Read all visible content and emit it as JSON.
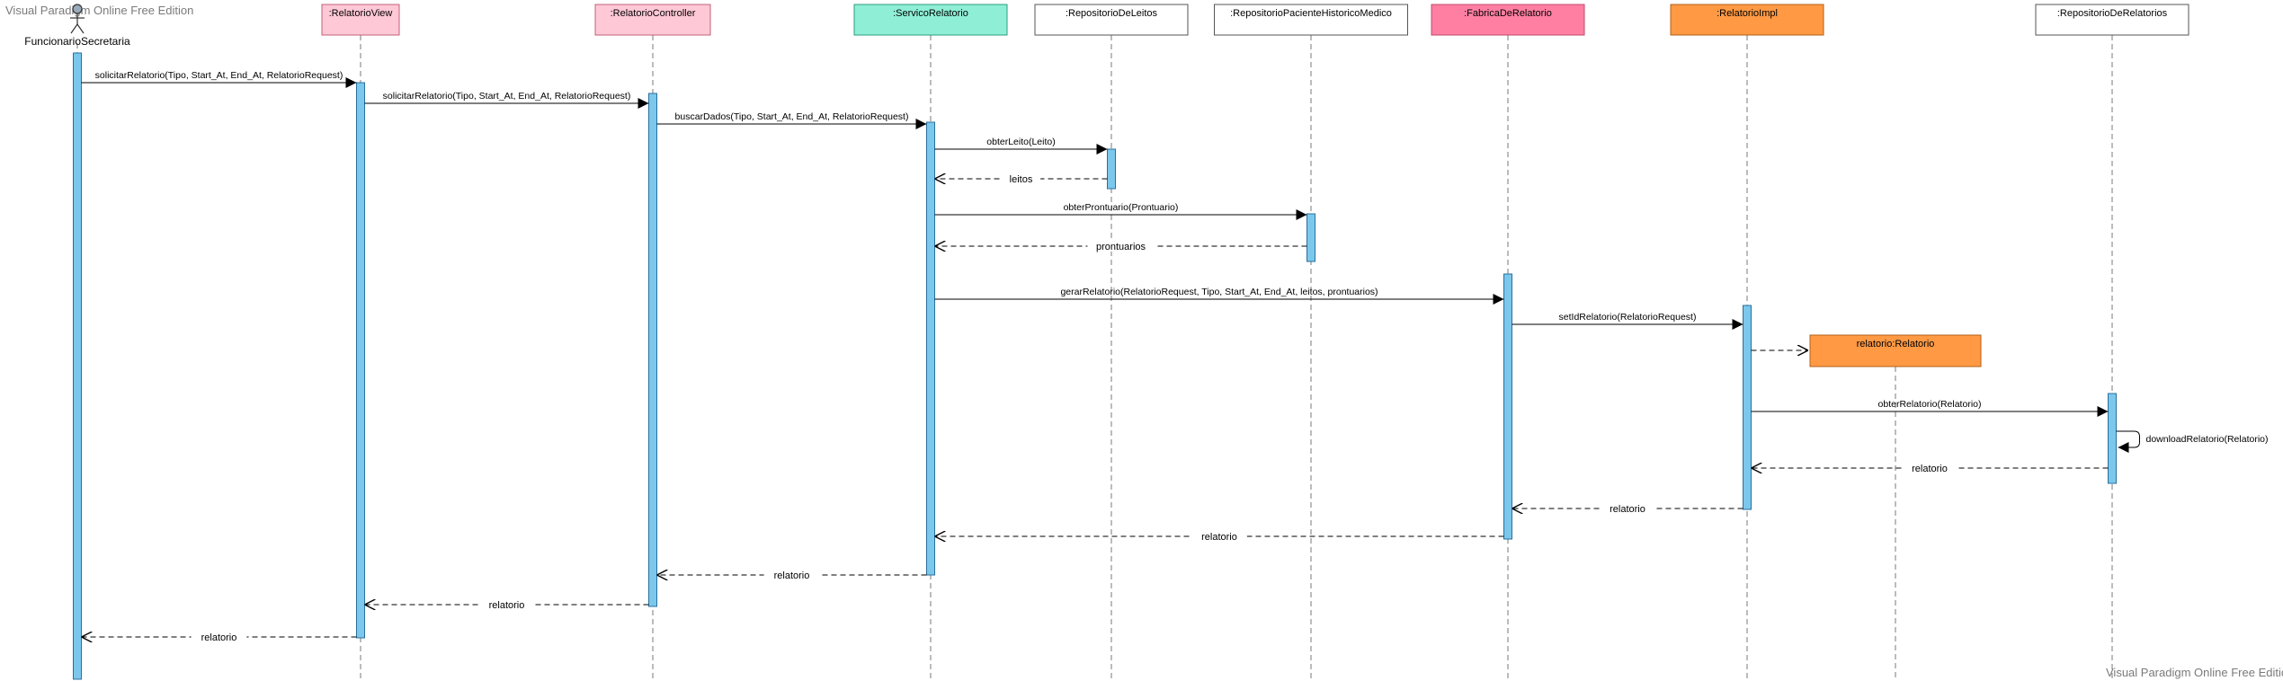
{
  "watermark_top": "Visual Paradigm Online Free Edition",
  "watermark_bottom": "Visual Paradigm Online Free Edition",
  "colors": {
    "activation": "#7cc8ec",
    "activation_stroke": "#2a6f9c",
    "line": "#000000",
    "lifeline": "#7a7a7a",
    "pink": "#ffc8d6",
    "pink_stroke": "#c0607a",
    "teal": "#8eefd6",
    "teal_stroke": "#2c9c80",
    "white": "#ffffff",
    "hotpink": "#ff7fa2",
    "hotpink_stroke": "#c04868",
    "orange": "#ff9944",
    "orange_stroke": "#b06018"
  },
  "actor": {
    "label": "FuncionarioSecretaria",
    "icon": "stick-figure-icon"
  },
  "participants": [
    {
      "id": "view",
      "label": ":RelatorioView",
      "color": "pink"
    },
    {
      "id": "controller",
      "label": ":RelatorioController",
      "color": "pink"
    },
    {
      "id": "servico",
      "label": ":ServicoRelatorio",
      "color": "teal"
    },
    {
      "id": "leitos",
      "label": ":RepositorioDeLeitos",
      "color": "white"
    },
    {
      "id": "historico",
      "label": ":RepositorioPacienteHistoricoMedico",
      "color": "white"
    },
    {
      "id": "fabrica",
      "label": ":FabricaDeRelatorio",
      "color": "hotpink"
    },
    {
      "id": "impl",
      "label": ":RelatorioImpl",
      "color": "orange"
    },
    {
      "id": "repo",
      "label": ":RepositorioDeRelatorios",
      "color": "white"
    }
  ],
  "created_object": {
    "label": "relatorio:Relatorio",
    "color": "orange"
  },
  "messages": [
    {
      "from": "actor",
      "to": "view",
      "label": "solicitarRelatorio(Tipo, Start_At, End_At, RelatorioRequest)",
      "kind": "call"
    },
    {
      "from": "view",
      "to": "controller",
      "label": "solicitarRelatorio(Tipo, Start_At, End_At, RelatorioRequest)",
      "kind": "call"
    },
    {
      "from": "controller",
      "to": "servico",
      "label": "buscarDados(Tipo, Start_At, End_At, RelatorioRequest)",
      "kind": "call"
    },
    {
      "from": "servico",
      "to": "leitos",
      "label": "obterLeito(Leito)",
      "kind": "call"
    },
    {
      "from": "leitos",
      "to": "servico",
      "label": "leitos",
      "kind": "return"
    },
    {
      "from": "servico",
      "to": "historico",
      "label": "obterProntuario(Prontuario)",
      "kind": "call"
    },
    {
      "from": "historico",
      "to": "servico",
      "label": "prontuarios",
      "kind": "return"
    },
    {
      "from": "servico",
      "to": "fabrica",
      "label": "gerarRelatorio(RelatorioRequest, Tipo, Start_At, End_At, leitos, prontuarios)",
      "kind": "call"
    },
    {
      "from": "fabrica",
      "to": "impl",
      "label": "setIdRelatorio(RelatorioRequest)",
      "kind": "call"
    },
    {
      "from": "impl",
      "to": "created",
      "label": "",
      "kind": "create"
    },
    {
      "from": "impl",
      "to": "repo",
      "label": "obterRelatorio(Relatorio)",
      "kind": "call"
    },
    {
      "from": "repo",
      "to": "repo",
      "label": "downloadRelatorio(Relatorio)",
      "kind": "self"
    },
    {
      "from": "repo",
      "to": "impl",
      "label": "relatorio",
      "kind": "return"
    },
    {
      "from": "impl",
      "to": "fabrica",
      "label": "relatorio",
      "kind": "return"
    },
    {
      "from": "fabrica",
      "to": "servico",
      "label": "relatorio",
      "kind": "return"
    },
    {
      "from": "servico",
      "to": "controller",
      "label": "relatorio",
      "kind": "return"
    },
    {
      "from": "controller",
      "to": "view",
      "label": "relatorio",
      "kind": "return"
    },
    {
      "from": "view",
      "to": "actor",
      "label": "relatorio",
      "kind": "return"
    }
  ]
}
